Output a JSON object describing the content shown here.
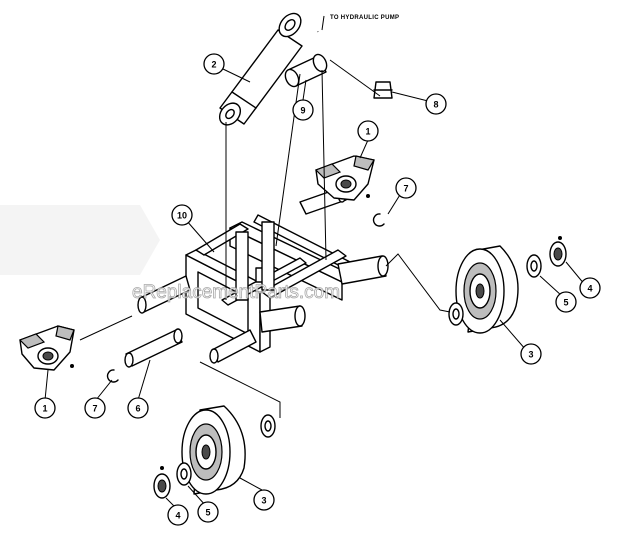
{
  "note": {
    "text": "TO HYDRAULIC PUMP"
  },
  "watermark": {
    "text": "eReplacementParts.com"
  },
  "callouts": [
    {
      "id": "c-1a",
      "label": "1"
    },
    {
      "id": "c-1b",
      "label": "1"
    },
    {
      "id": "c-2",
      "label": "2"
    },
    {
      "id": "c-3a",
      "label": "3"
    },
    {
      "id": "c-3b",
      "label": "3"
    },
    {
      "id": "c-4a",
      "label": "4"
    },
    {
      "id": "c-4b",
      "label": "4"
    },
    {
      "id": "c-5a",
      "label": "5"
    },
    {
      "id": "c-5b",
      "label": "5"
    },
    {
      "id": "c-6",
      "label": "6"
    },
    {
      "id": "c-7a",
      "label": "7"
    },
    {
      "id": "c-7b",
      "label": "7"
    },
    {
      "id": "c-8",
      "label": "8"
    },
    {
      "id": "c-9",
      "label": "9"
    },
    {
      "id": "c-10",
      "label": "10"
    }
  ]
}
